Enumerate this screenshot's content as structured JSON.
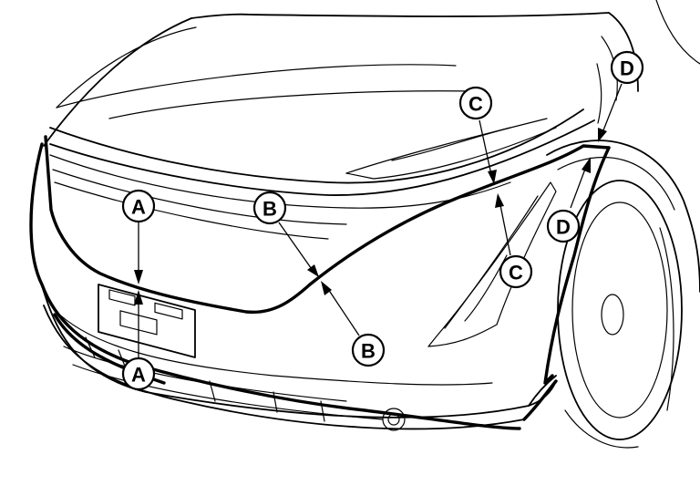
{
  "diagram": {
    "callouts": [
      {
        "id": "a-upper",
        "label": "A"
      },
      {
        "id": "a-lower",
        "label": "A"
      },
      {
        "id": "b-upper",
        "label": "B"
      },
      {
        "id": "b-lower",
        "label": "B"
      },
      {
        "id": "c-upper",
        "label": "C"
      },
      {
        "id": "c-lower",
        "label": "C"
      },
      {
        "id": "d-upper",
        "label": "D"
      },
      {
        "id": "d-lower",
        "label": "D"
      }
    ]
  }
}
